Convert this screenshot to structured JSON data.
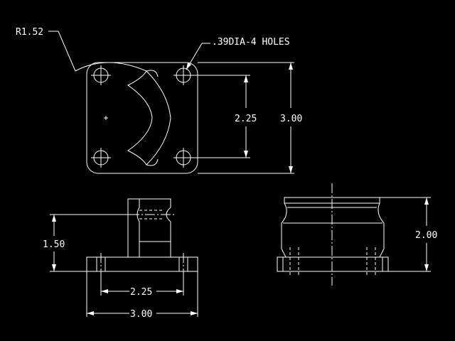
{
  "drawing": {
    "background_color": "#000000",
    "line_color": "#ffffff"
  },
  "annotations": {
    "radius_label": "R1.52",
    "holes_label": ".39DIA-4 HOLES",
    "hole_spacing_vertical": "2.25",
    "overall_height_top_view": "3.00",
    "front_height": "1.50",
    "front_hole_spacing": "2.25",
    "front_width": "3.00",
    "side_height": "2.00"
  }
}
